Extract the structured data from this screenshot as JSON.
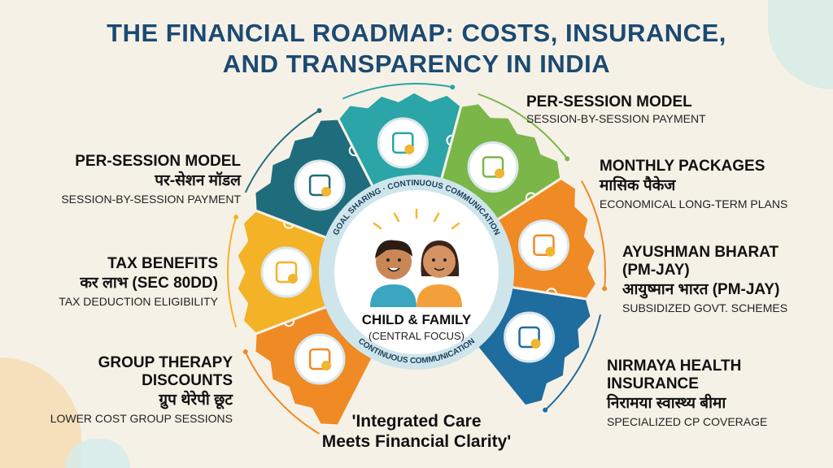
{
  "title": {
    "line1": "THE FINANCIAL ROADMAP: COSTS, INSURANCE,",
    "line2": "AND TRANSPARENCY IN INDIA"
  },
  "center": {
    "heading": "CHILD & FAMILY",
    "subheading": "(CENTRAL FOCUS)",
    "ring_top": "GOAL SHARING · CONTINUOUS COMMUNICATION",
    "ring_bottom": "CONTINUOUS COMMUNICATION"
  },
  "segments": [
    {
      "id": "group",
      "color": "#ef8a25",
      "icon": "group-people-icon"
    },
    {
      "id": "tax",
      "color": "#f4b227",
      "icon": "tax-calculator-icon"
    },
    {
      "id": "per-session-left",
      "color": "#1f6d7c",
      "icon": "dollar-cycle-icon"
    },
    {
      "id": "per-session-top",
      "color": "#2ba5a7",
      "icon": "clock-money-icon"
    },
    {
      "id": "monthly",
      "color": "#7bb649",
      "icon": "calendar-coins-icon"
    },
    {
      "id": "ayushman",
      "color": "#f08a24",
      "icon": "health-card-icon"
    },
    {
      "id": "nirmaya",
      "color": "#1f6c9f",
      "icon": "insurance-shield-icon"
    }
  ],
  "labels": {
    "per_session_left": {
      "title": "PER-SESSION MODEL",
      "hindi": "पर-सेशन मॉडल",
      "sub": "SESSION-BY-SESSION PAYMENT"
    },
    "tax": {
      "title": "TAX BENEFITS",
      "hindi": "कर लाभ (SEC 80DD)",
      "sub": "TAX DEDUCTION ELIGIBILITY"
    },
    "group": {
      "title1": "GROUP THERAPY",
      "title2": "DISCOUNTS",
      "hindi": "ग्रुप थेरेपी छूट",
      "sub": "LOWER COST GROUP SESSIONS"
    },
    "per_session_top": {
      "title": "PER-SESSION MODEL",
      "sub": "SESSION-BY-SESSION PAYMENT"
    },
    "monthly": {
      "title": "MONTHLY PACKAGES",
      "hindi": "मासिक पैकेज",
      "sub": "ECONOMICAL LONG-TERM PLANS"
    },
    "ayushman": {
      "title1": "AYUSHMAN BHARAT",
      "title2": "(PM-JAY)",
      "hindi": "आयुष्मान भारत (PM-JAY)",
      "sub": "SUBSIDIZED GOVT. SCHEMES"
    },
    "nirmaya": {
      "title1": "NIRMAYA HEALTH",
      "title2": "INSURANCE",
      "hindi": "निरामया स्वास्थ्य बीमा",
      "sub": "SPECIALIZED CP COVERAGE"
    }
  },
  "quote": {
    "line1": "'Integrated Care",
    "line2": "Meets Financial Clarity'"
  },
  "colors": {
    "title": "#1b4a72",
    "background": "#f6f1e7",
    "ring": "#cfe5ec"
  }
}
